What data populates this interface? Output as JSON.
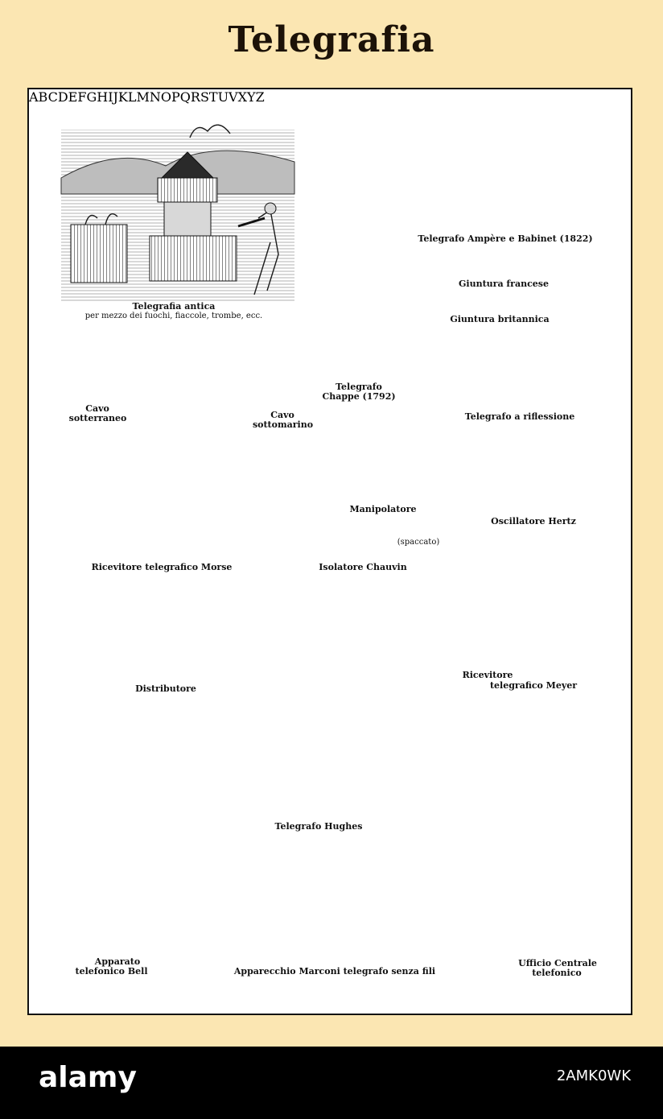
{
  "page": {
    "title": "Telegrafia",
    "background_color": "#fbe6b2",
    "frame_color": "#111111"
  },
  "captions": {
    "telegrafia_antica": "Telegrafia antica",
    "telegrafia_antica_sub": "per mezzo dei fuochi, fiaccole, trombe, ecc.",
    "ampere_babinet": "Telegrafo Ampère e Babinet (1822)",
    "giuntura_francese": "Giuntura francese",
    "giuntura_britannica": "Giuntura britannica",
    "cavo_sotterraneo_1": "Cavo",
    "cavo_sotterraneo_2": "sotterraneo",
    "cavo_sottomarino_1": "Cavo",
    "cavo_sottomarino_2": "sottomarino",
    "chappe_1": "Telegrafo",
    "chappe_2": "Chappe (1792)",
    "riflessione": "Telegrafo a riflessione",
    "manipolatore": "Manipolatore",
    "oscillatore_hertz": "Oscillatore Hertz",
    "spaccato": "(spaccato)",
    "isolatore_chauvin": "Isolatore Chauvin",
    "ricevitore_morse": "Ricevitore telegrafico Morse",
    "distributore": "Distributore",
    "meyer_1": "Ricevitore",
    "meyer_2": "telegrafico Meyer",
    "hughes": "Telegrafo Hughes",
    "bell_1": "Apparato",
    "bell_2": "telefonico Bell",
    "marconi": "Apparecchio Marconi telegrafo senza fili",
    "ufficio_1": "Ufficio Centrale",
    "ufficio_2": "telefonico"
  },
  "dial_letters": "ABCDEFGHIJKLMNOPQRSTUVXYZ",
  "footer": {
    "brand": "alamy",
    "stock_id": "2AMK0WK"
  }
}
